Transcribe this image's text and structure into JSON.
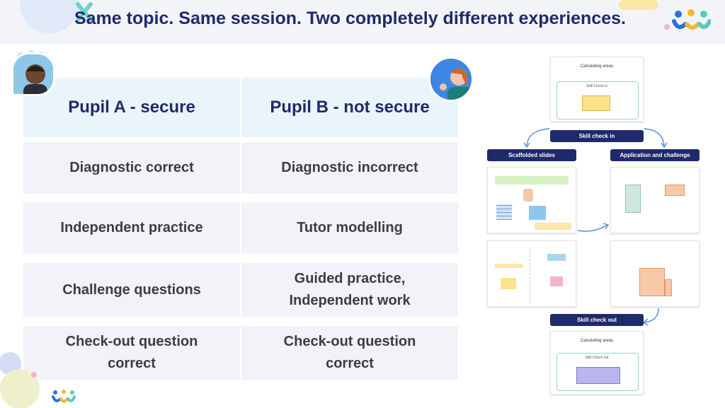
{
  "slide": {
    "title": "Same topic. Same session. Two completely different experiences."
  },
  "table": {
    "col_a_header": "Pupil A - secure",
    "col_b_header": "Pupil B - not secure",
    "rows": [
      {
        "a": "Diagnostic correct",
        "b": "Diagnostic incorrect"
      },
      {
        "a": "Independent practice",
        "b": "Tutor modelling"
      },
      {
        "a": "Challenge questions",
        "b_line1": "Guided practice,",
        "b_line2": "Independent work"
      },
      {
        "a_line1": "Check-out question",
        "a_line2": "correct",
        "b_line1": "Check-out question",
        "b_line2": "correct"
      }
    ]
  },
  "flow": {
    "top_thumb_title": "Calculating areas",
    "top_thumb_sub": "Skill Check in",
    "skill_check_in": "Skill check in",
    "scaffolded": "Scaffolded slides",
    "application": "Application and challenge",
    "skill_check_out": "Skill check out",
    "bottom_thumb_title": "Calculating areas",
    "bottom_thumb_sub": "Skill Check out"
  },
  "colors": {
    "navy": "#1f2a6b",
    "cell_bg": "#f1f3f9",
    "head_bg": "#eaf4fb"
  }
}
